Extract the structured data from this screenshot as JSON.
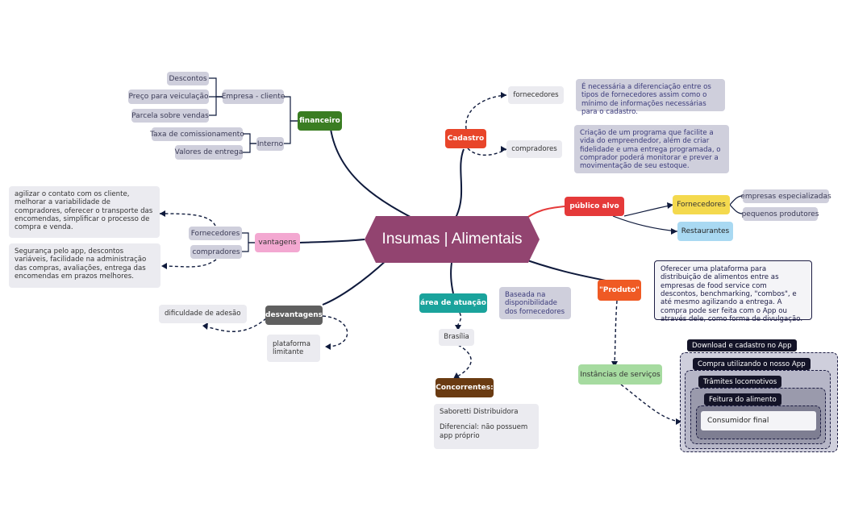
{
  "central": "Insumas | Alimentais",
  "financeiro": {
    "label": "financeiro",
    "empresa": "Empresa - cliente",
    "empresa_items": [
      "Descontos",
      "Preço para veiculação",
      "Parcela sobre vendas"
    ],
    "interno": "Interno",
    "interno_items": [
      "Taxa de comissionamento",
      "Valores de entrega"
    ]
  },
  "cadastro": {
    "label": "Cadastro",
    "fornecedores": "fornecedores",
    "fornecedores_text": "É necessária a diferenciação entre os tipos de  fornecedores assim como o mínimo de informações necessárias para o cadastro.",
    "compradores": "compradores",
    "compradores_text": "Criação de um programa que facilite a vida do empreendedor, além de criar fidelidade e uma entrega programada, o comprador poderá monitorar e prever a movimentação de seu estoque."
  },
  "publico": {
    "label": "público alvo",
    "fornecedores": "Fornecedores",
    "fornecedores_items": [
      "empresas especializadas",
      "pequenos produtores"
    ],
    "restaurantes": "Restaurantes"
  },
  "vantagens": {
    "label": "vantagens",
    "fornecedores": "Fornecedores",
    "compradores": "compradores",
    "fornecedores_text": "agilizar o contato com os cliente, melhorar a variabilidade de compradores, oferecer o transporte das encomendas, simplificar o processo de compra e venda.",
    "compradores_text": "Segurança pelo app, descontos variáveis, facilidade na administração das compras, avaliações, entrega das encomendas em prazos melhores."
  },
  "desvantagens": {
    "label": "desvantagens",
    "items": [
      "dificuldade de adesão",
      "plataforma limitante"
    ]
  },
  "area": {
    "label": "área de atuação",
    "note": "Baseada na disponibilidade dos fornecedores",
    "city": "Brasília",
    "concorrentes": "Concorrentes:",
    "concorrentes_text1": "Saboretti Distribuidora",
    "concorrentes_text2": "Diferencial: não possuem app próprio"
  },
  "produto": {
    "label": "\"Produto\"",
    "text": "Oferecer uma plataforma para distribuição de alimentos entre as empresas de food service com descontos, benchmarking, \"combos\", e até mesmo agilizando a entrega. A compra pode ser feita com o App ou através dele, como forma de divulgação.",
    "instancias": "Instâncias de serviços",
    "levels": [
      "Download e cadastro no App",
      "Compra utilizando o nosso App",
      "Trâmites locomotivos",
      "Feitura do alimento",
      "Consumidor final"
    ]
  },
  "colors": {
    "central": "#924470",
    "financeiro": "#3a7d22",
    "cadastro": "#e8452a",
    "publico": "#e53a3a",
    "fornecedores_yellow": "#f4d94e",
    "restaurantes": "#a9d9f2",
    "vantagens": "#f3a8d1",
    "desvantagens": "#5f5f5f",
    "area": "#1aa39c",
    "concorrentes": "#6a3b12",
    "produto": "#ef5a24",
    "instancias": "#a6dba0"
  }
}
